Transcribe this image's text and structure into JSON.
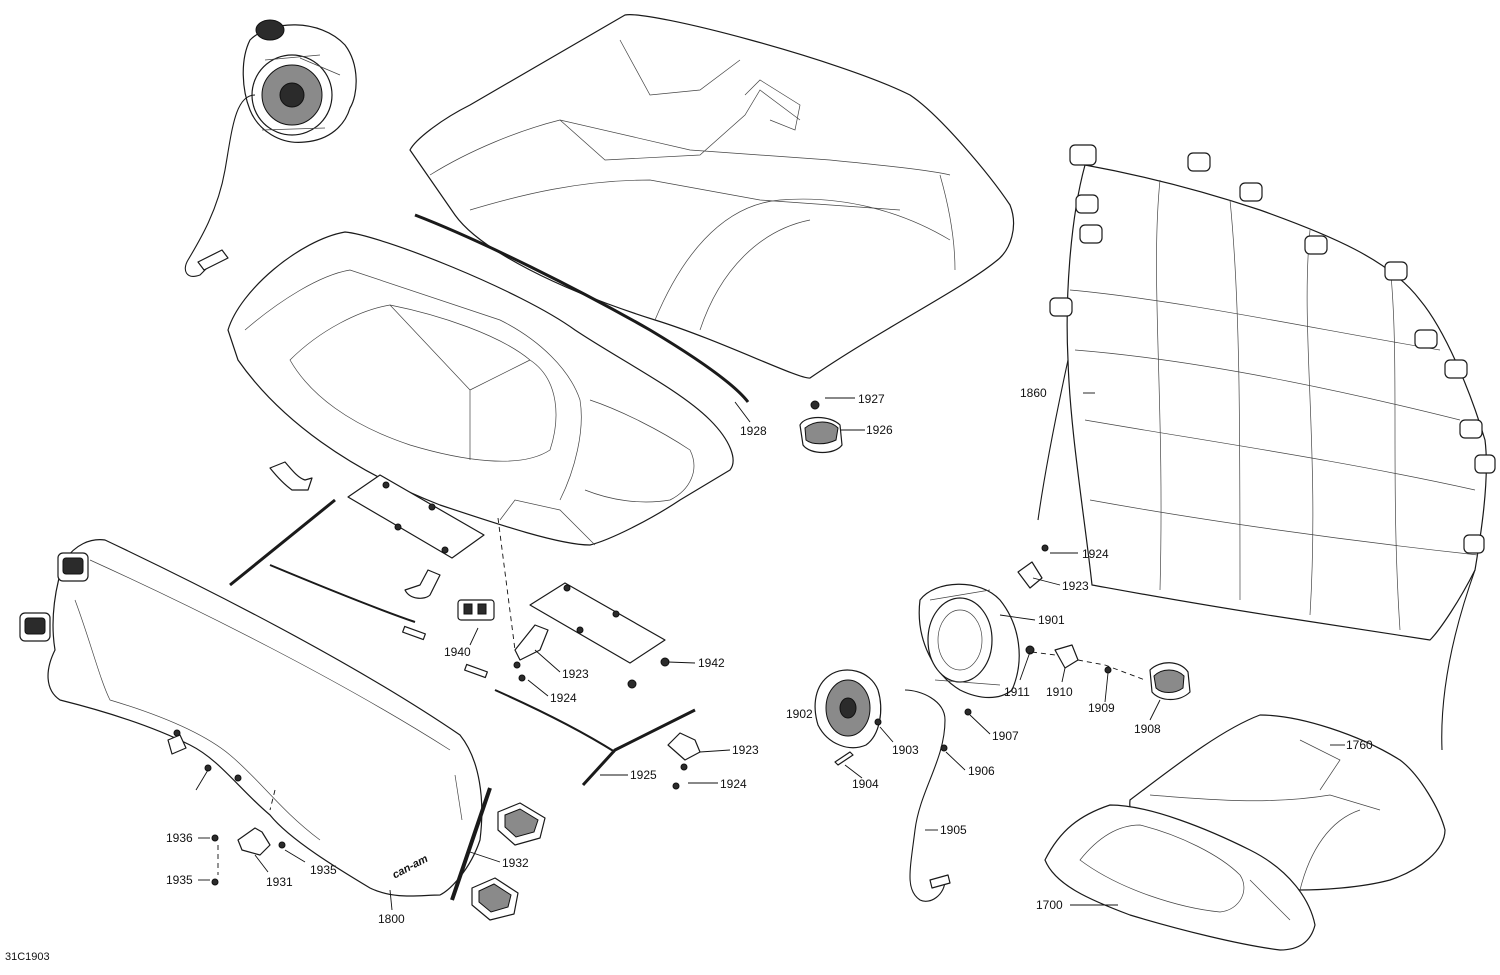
{
  "figure_id": "31C1903",
  "callouts": [
    {
      "id": "c1928",
      "text": "1928"
    },
    {
      "id": "c1927",
      "text": "1927"
    },
    {
      "id": "c1926",
      "text": "1926"
    },
    {
      "id": "c1860",
      "text": "1860"
    },
    {
      "id": "c1924a",
      "text": "1924"
    },
    {
      "id": "c1923a",
      "text": "1923"
    },
    {
      "id": "c1901",
      "text": "1901"
    },
    {
      "id": "c1911",
      "text": "1911"
    },
    {
      "id": "c1910",
      "text": "1910"
    },
    {
      "id": "c1909",
      "text": "1909"
    },
    {
      "id": "c1908",
      "text": "1908"
    },
    {
      "id": "c1940",
      "text": "1940"
    },
    {
      "id": "c1923b",
      "text": "1923"
    },
    {
      "id": "c1924b",
      "text": "1924"
    },
    {
      "id": "c1942",
      "text": "1942"
    },
    {
      "id": "c1902",
      "text": "1902"
    },
    {
      "id": "c1903",
      "text": "1903"
    },
    {
      "id": "c1907",
      "text": "1907"
    },
    {
      "id": "c1906",
      "text": "1906"
    },
    {
      "id": "c1904",
      "text": "1904"
    },
    {
      "id": "c1923c",
      "text": "1923"
    },
    {
      "id": "c1925",
      "text": "1925"
    },
    {
      "id": "c1924c",
      "text": "1924"
    },
    {
      "id": "c1905",
      "text": "1905"
    },
    {
      "id": "c1760",
      "text": "1760"
    },
    {
      "id": "c1700",
      "text": "1700"
    },
    {
      "id": "c1936",
      "text": "1936"
    },
    {
      "id": "c1935a",
      "text": "1935"
    },
    {
      "id": "c1935b",
      "text": "1935"
    },
    {
      "id": "c1931",
      "text": "1931"
    },
    {
      "id": "c1932",
      "text": "1932"
    },
    {
      "id": "c1800",
      "text": "1800"
    }
  ],
  "panel_logo_text": "can-am"
}
